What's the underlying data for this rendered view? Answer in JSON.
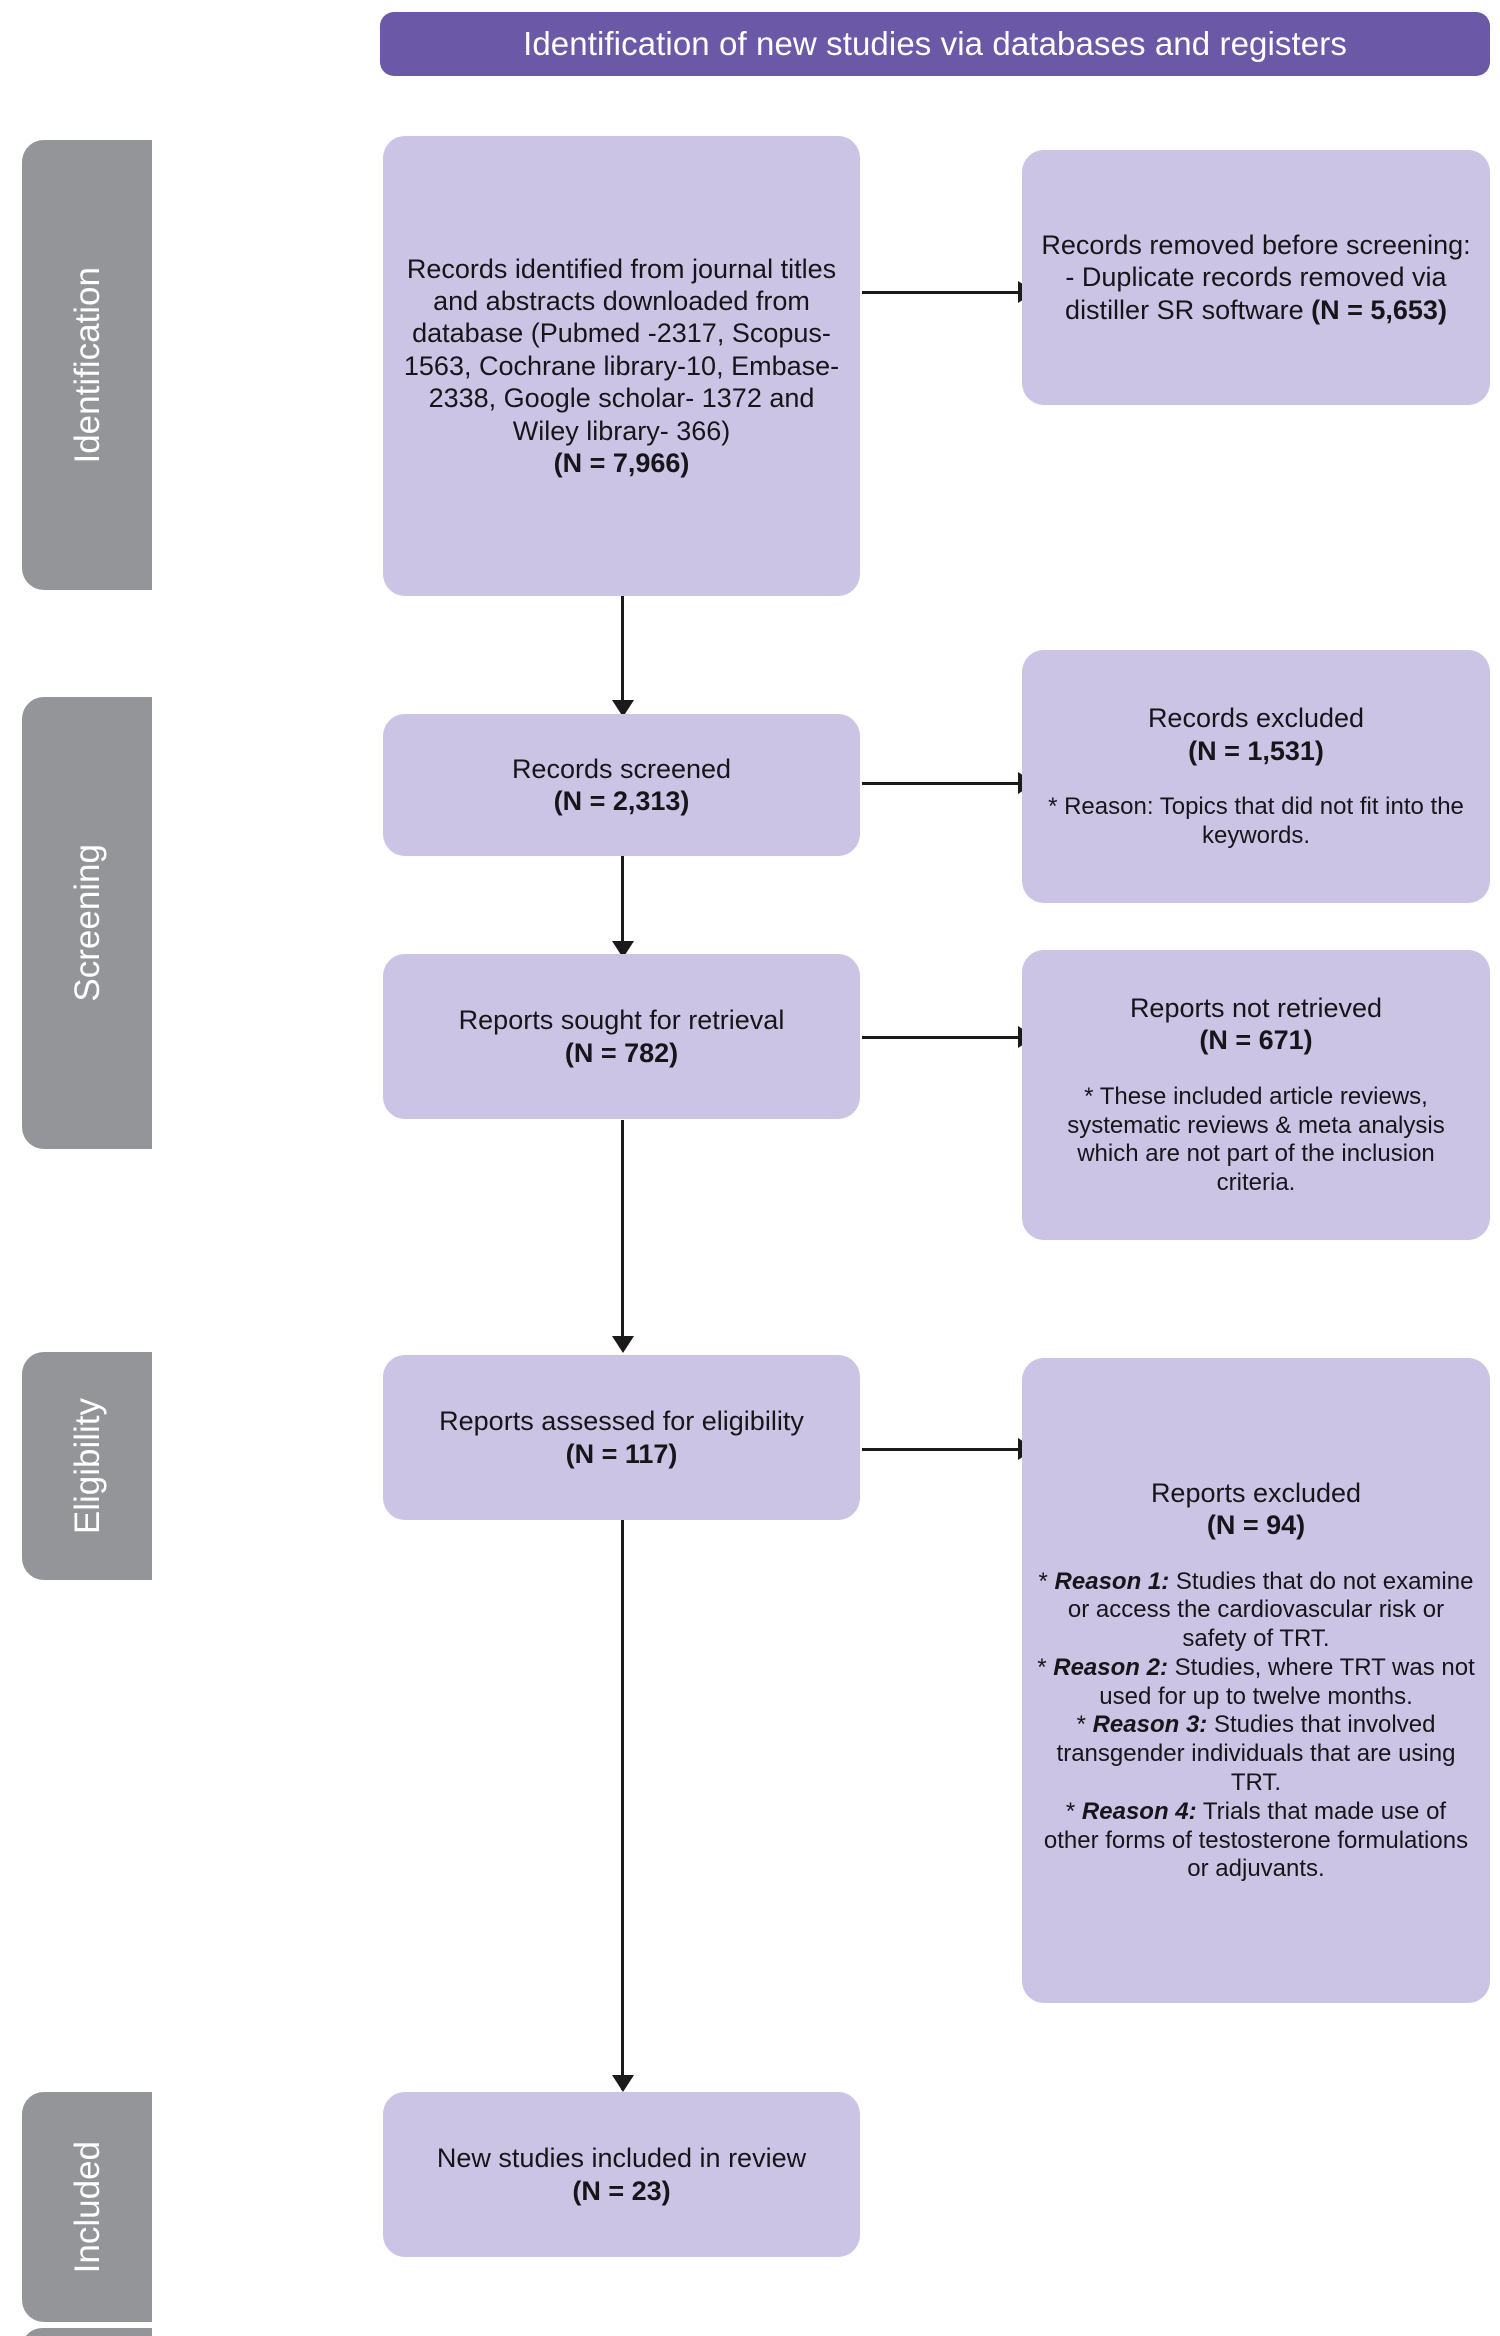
{
  "header": {
    "title": "Identification of new studies via databases and registers",
    "background": "#6b58a6",
    "text_color": "#ffffff"
  },
  "theme": {
    "box_fill": "#ccc4e4",
    "tab_fill": "#949599",
    "connector_color": "#1a1a1a",
    "text_color": "#16161a"
  },
  "stages": [
    {
      "label": "Identification"
    },
    {
      "label": "Screening"
    },
    {
      "label": "Eligibility"
    },
    {
      "label": "Included"
    }
  ],
  "boxes": {
    "identified": {
      "body": "Records identified from journal titles and abstracts downloaded from database (Pubmed -2317, Scopus-1563, Cochrane library-10, Embase- 2338, Google scholar- 1372 and Wiley library- 366)",
      "count": "(N = 7,966)"
    },
    "removed_before_screening": {
      "body": "Records removed before screening:\n- Duplicate records removed via distiller SR software ",
      "count": "(N = 5,653)"
    },
    "records_screened": {
      "body": "Records screened",
      "count": "(N = 2,313)"
    },
    "records_excluded": {
      "body": "Records excluded",
      "count": "(N = 1,531)",
      "note_marker": "* ",
      "note_label": "Reason:",
      "note_text": " Topics that did not fit into the keywords."
    },
    "reports_sought": {
      "body": "Reports sought for retrieval",
      "count": "(N = 782)"
    },
    "reports_not_retrieved": {
      "body": "Reports not retrieved",
      "count": "(N = 671)",
      "note": "* These included article reviews, systematic reviews & meta analysis which are not part of the inclusion criteria."
    },
    "reports_assessed": {
      "body": "Reports assessed for eligibility",
      "count": "(N = 117)"
    },
    "reports_excluded": {
      "body": "Reports excluded",
      "count": "(N = 94)",
      "reasons": [
        {
          "marker": "* ",
          "label": "Reason 1:",
          "text": " Studies that do not examine or access the cardiovascular risk or safety of TRT."
        },
        {
          "marker": "* ",
          "label": "Reason 2:",
          "text": " Studies, where TRT was not used for up to twelve months."
        },
        {
          "marker": "* ",
          "label": "Reason 3:",
          "text": " Studies that involved transgender individuals that are using TRT."
        },
        {
          "marker": "* ",
          "label": "Reason 4:",
          "text": " Trials that made use of other forms of testosterone formulations or adjuvants."
        }
      ]
    },
    "included": {
      "body": "New studies included in review",
      "count": "(N = 23)"
    }
  }
}
